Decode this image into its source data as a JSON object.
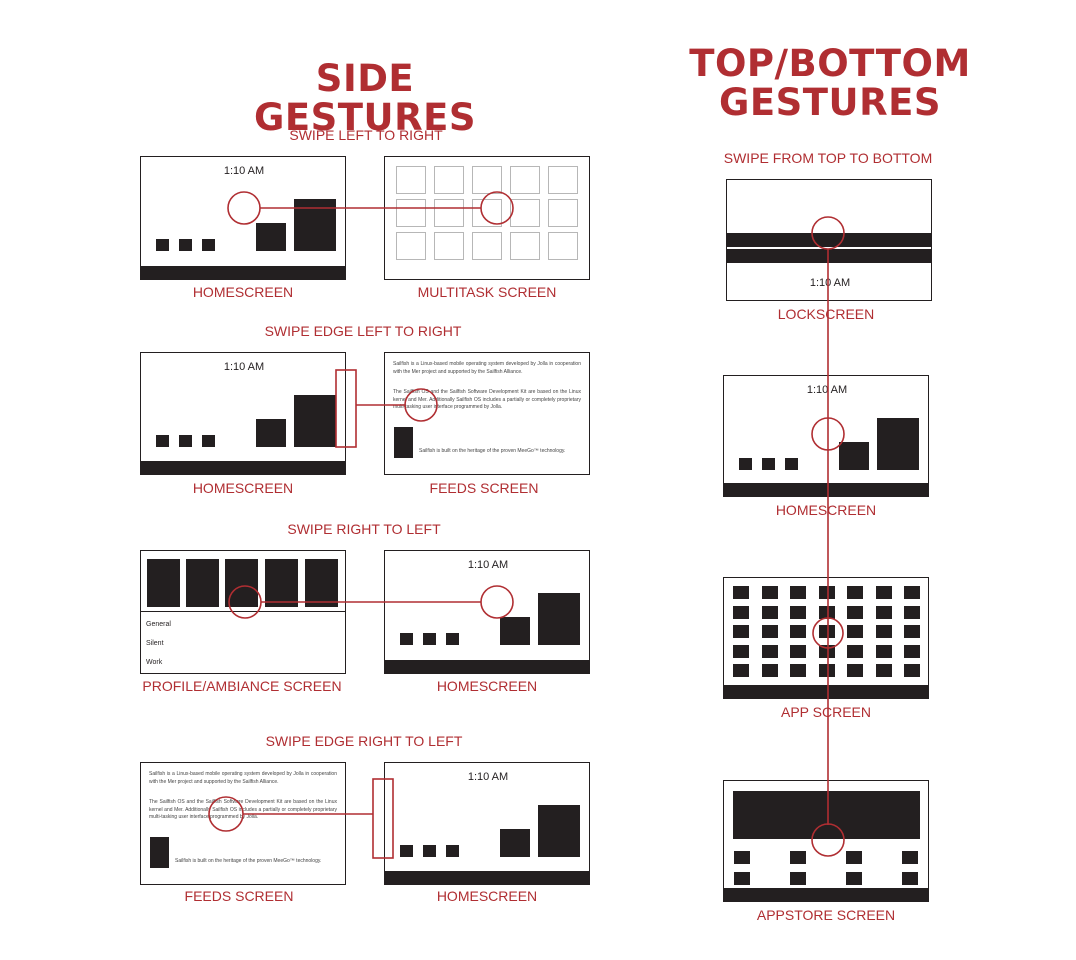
{
  "headings": {
    "side": "SIDE GESTURES",
    "top_line1": "TOP/BOTTOM",
    "top_line2": "GESTURES"
  },
  "gestures": {
    "swipe_lr": "SWIPE LEFT TO RIGHT",
    "swipe_edge_lr": "SWIPE EDGE LEFT TO RIGHT",
    "swipe_rl": "SWIPE RIGHT TO LEFT",
    "swipe_edge_rl": "SWIPE EDGE RIGHT TO LEFT",
    "swipe_tb": "SWIPE FROM TOP TO BOTTOM"
  },
  "screens": {
    "homescreen": "HOMESCREEN",
    "multitask": "MULTITASK SCREEN",
    "feeds": "FEEDS SCREEN",
    "profile": "PROFILE/AMBIANCE SCREEN",
    "lockscreen": "LOCKSCREEN",
    "app": "APP SCREEN",
    "appstore": "APPSTORE SCREEN"
  },
  "clock": "1:10 AM",
  "feed_text": {
    "p1": "Sailfish is a Linux-based mobile operating system developed by Jolla in cooperation with the Mer project and supported by the Sailfish Alliance.",
    "p2": "The Sailfish OS and the Sailfish Software Development Kit are based on the Linux kernel and Mer. Additionally Sailfish OS includes a partially or completely proprietary multi-tasking user interface programmed by Jolla.",
    "p3": "Sailfish is built on the heritage of the proven MeeGo™ technology."
  },
  "profiles": [
    "General",
    "Silent",
    "Work"
  ],
  "colors": {
    "accent": "#b02e32",
    "ink": "#231f20",
    "tile_border": "#b7b7b7"
  }
}
